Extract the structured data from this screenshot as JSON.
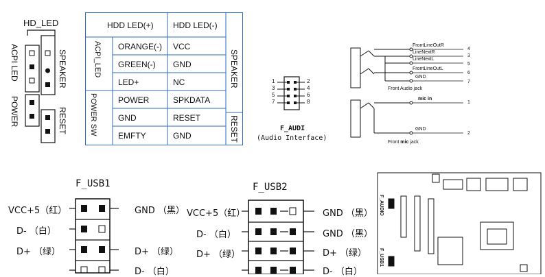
{
  "header_block": {
    "hd_led": "HD_LED",
    "acpi_led": "ACPI LED",
    "power": "POWER",
    "speaker": "SPEAKER",
    "reset": "RESET"
  },
  "pin_table": {
    "row1": {
      "left": "HDD LED(+)",
      "right": "HDD LED(-)"
    },
    "acpi_group": "ACPI_LED",
    "rows_acpi": [
      {
        "left": "ORANGE(-)",
        "right": "VCC"
      },
      {
        "left": "GREEN(-)",
        "right": "GND"
      },
      {
        "left": "LED+",
        "right": "NC"
      }
    ],
    "power_group": "POWER SW",
    "rows_power": [
      {
        "left": "POWER",
        "right": "SPKDATA"
      },
      {
        "left": "GND",
        "right": "RESET"
      },
      {
        "left": "EMFTY",
        "right": "GND"
      }
    ],
    "speaker_group": "SPEAKER",
    "reset_group": "RESET"
  },
  "audio_header": {
    "pins_left": [
      "1",
      "3",
      "5",
      "7"
    ],
    "pins_right": [
      "2",
      "4",
      "6",
      "8"
    ],
    "title": "F_AUDI",
    "subtitle": "(Audio Interface)"
  },
  "front_audio": {
    "lines": [
      {
        "label": "FrontLineOutR",
        "num": "4"
      },
      {
        "label": "LineNextR",
        "num": "3"
      },
      {
        "label": "LineNextL",
        "num": "5"
      },
      {
        "label": "FrontLineOutL",
        "num": "6"
      },
      {
        "label": "GND",
        "num": "7"
      }
    ],
    "jack1": "Front Audio jack",
    "mic_in": "mic in",
    "mic_in_num": "1",
    "gnd": "GND",
    "gnd_num": "2",
    "jack2_prefix": "Front ",
    "jack2_mic": "mic",
    "jack2_suffix": " jack"
  },
  "f_usb1": {
    "title": "F_USB1",
    "left": [
      "VCC+5（红）",
      "D-  （白）",
      "D+  （绿）"
    ],
    "right": [
      "GND （黑）",
      "D+ （绿）",
      "D- （白）"
    ]
  },
  "f_usb2": {
    "title": "F_USB2",
    "left": [
      "VCC+5（红）",
      "D-  （白）",
      "D+  （绿）"
    ],
    "right": [
      "GND （黑）",
      "GND （黑）",
      "D+ （绿）",
      "D- （白）"
    ]
  },
  "board": {
    "f_audio": "F_AUDIO",
    "f_usb": "F_USB1"
  }
}
